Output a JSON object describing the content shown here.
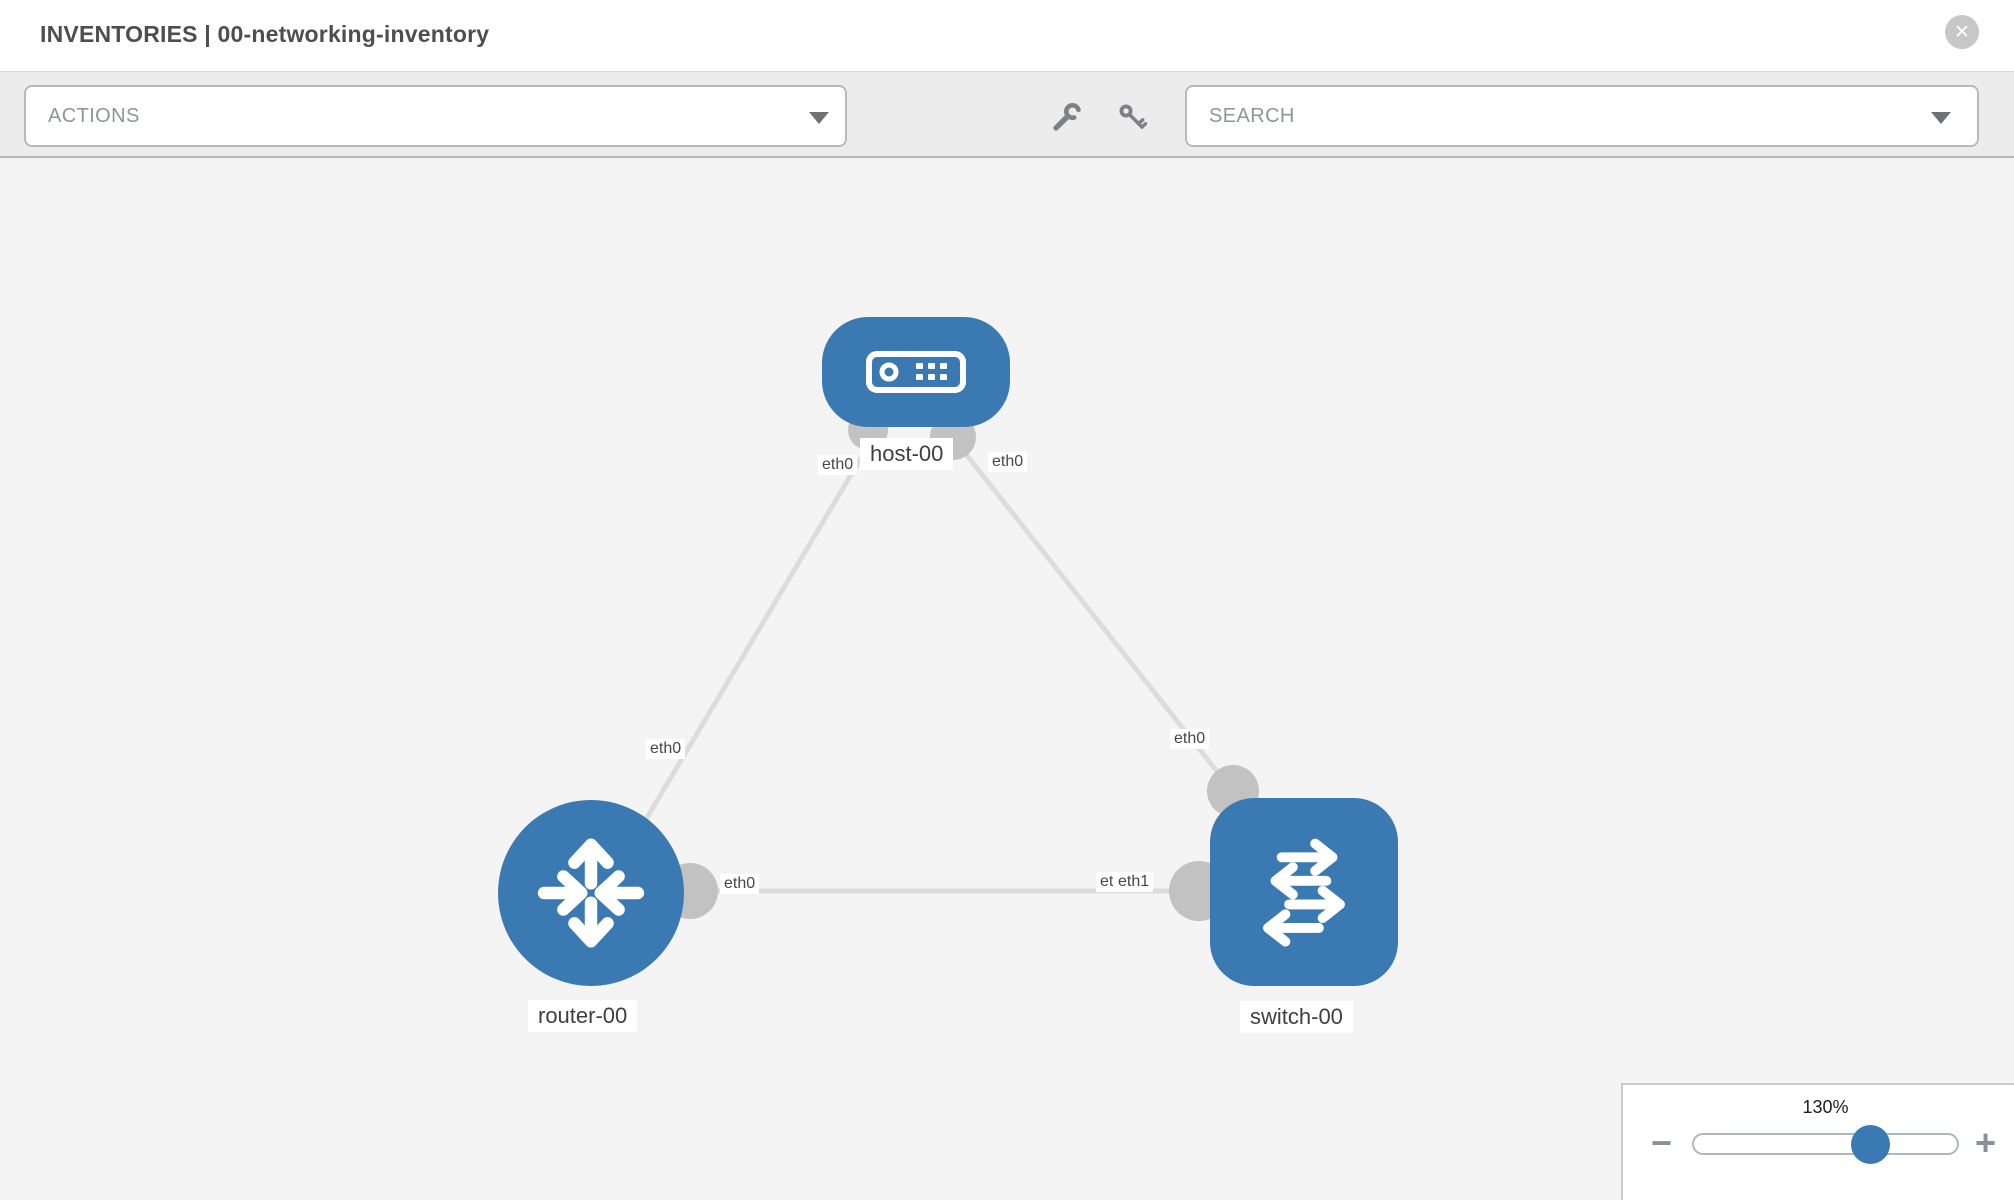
{
  "header": {
    "title": "INVENTORIES | 00-networking-inventory",
    "close_glyph": "✕"
  },
  "toolbar": {
    "actions_label": "ACTIONS",
    "search_placeholder": "SEARCH",
    "icons": [
      "wrench-icon",
      "key-icon"
    ]
  },
  "topology": {
    "nodes": [
      {
        "id": "host-00",
        "type": "host",
        "label": "host-00"
      },
      {
        "id": "router-00",
        "type": "router",
        "label": "router-00"
      },
      {
        "id": "switch-00",
        "type": "switch",
        "label": "switch-00"
      }
    ],
    "links": [
      {
        "from": "host-00",
        "from_if": "eth0",
        "to": "router-00",
        "to_if": "eth0"
      },
      {
        "from": "host-00",
        "from_if": "eth0",
        "to": "switch-00",
        "to_if": "eth0"
      },
      {
        "from": "router-00",
        "from_if": "eth0",
        "to": "switch-00",
        "to_if": "eth1",
        "to_if_overlapped": "eth0"
      }
    ]
  },
  "zoom_control": {
    "level": "130%",
    "percent": 130,
    "minus_label": "−",
    "plus_label": "+"
  },
  "colors": {
    "node_blue": "#3b79b3",
    "link_gray": "#dcdcdc",
    "interface_gray": "#c2c2c2",
    "canvas_bg": "#f4f4f4",
    "toolbar_bg": "#ececec"
  }
}
